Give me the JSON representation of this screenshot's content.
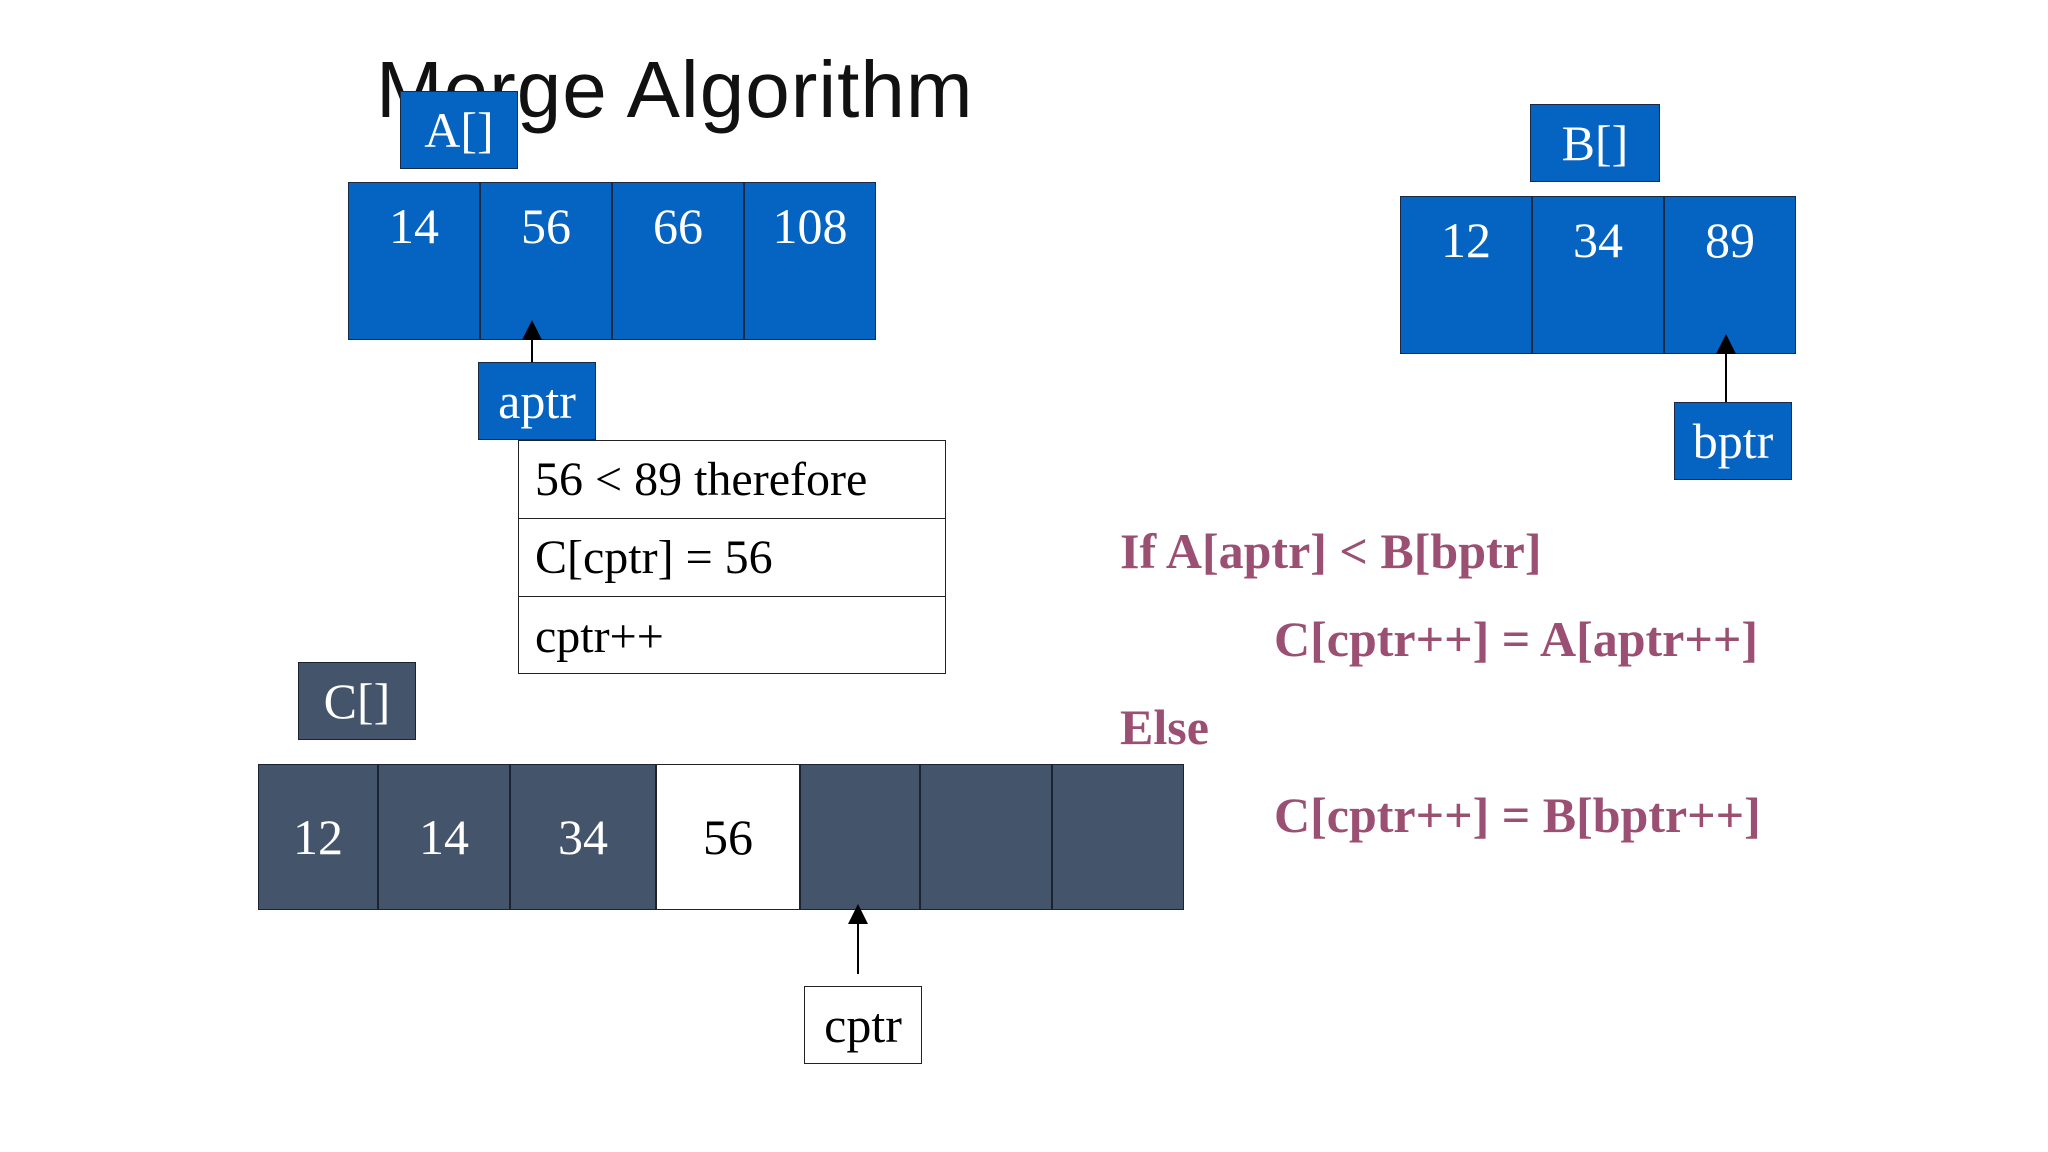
{
  "title": "Merge Algorithm",
  "arrays": {
    "a": {
      "label": "A[]",
      "cells": [
        "14",
        "56",
        "66",
        "108"
      ],
      "pointer": "aptr",
      "pointer_index": 1
    },
    "b": {
      "label": "B[]",
      "cells": [
        "12",
        "34",
        "89"
      ],
      "pointer": "bptr",
      "pointer_index": 2
    },
    "c": {
      "label": "C[]",
      "cells": [
        "12",
        "14",
        "34",
        "56",
        "",
        "",
        ""
      ],
      "pointer": "cptr",
      "pointer_index": 4,
      "highlight_index": 3
    }
  },
  "steps": [
    "56 < 89 therefore",
    "C[cptr] = 56",
    "cptr++"
  ],
  "pseudocode": {
    "if_line": "If A[aptr] < B[bptr]",
    "then_line": "C[cptr++] = A[aptr++]",
    "else_line": "Else",
    "else_body": "C[cptr++] = B[bptr++]"
  },
  "colors": {
    "array_blue": "#0563c1",
    "array_slate": "#44546a",
    "code_text": "#9b4f72"
  }
}
